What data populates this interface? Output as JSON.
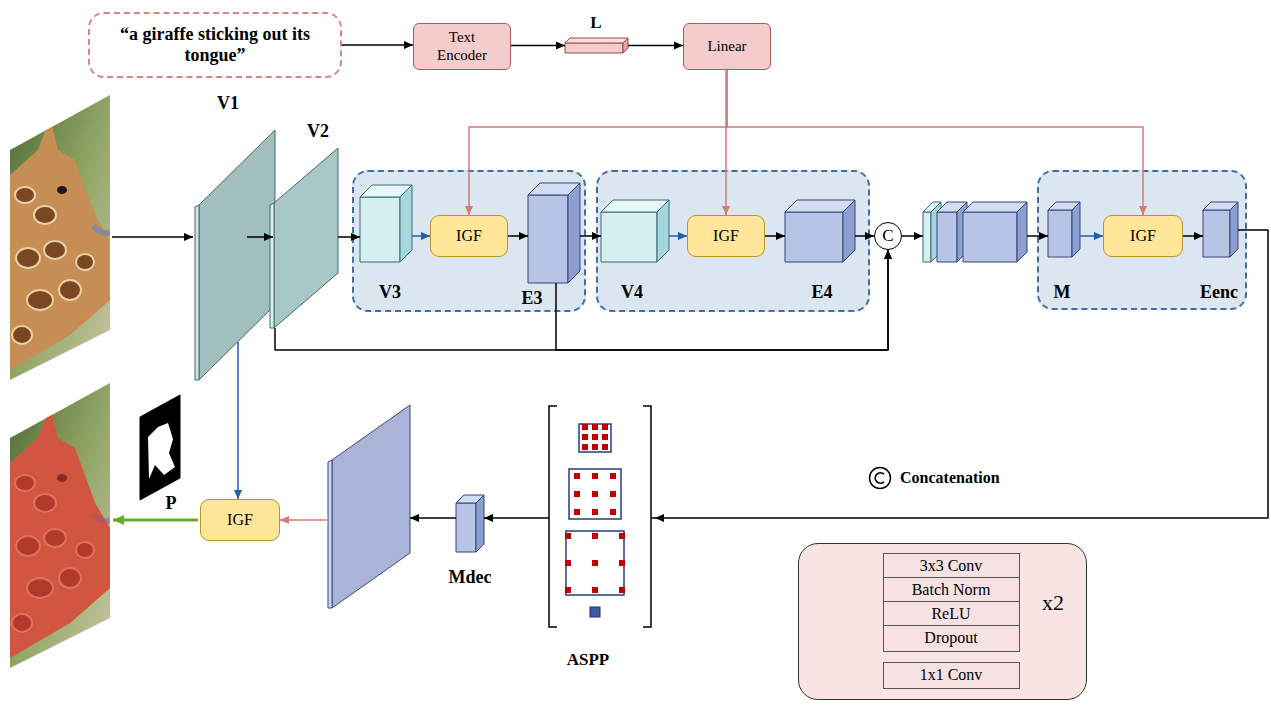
{
  "diagram": {
    "nodes": [
      {
        "text": [
          "“a giraffe sticking out its tongue”"
        ]
      },
      {
        "text": [
          "Text Encoder"
        ]
      },
      {
        "text": [
          "L"
        ]
      },
      {
        "text": [
          "Linear"
        ]
      },
      {
        "text": [
          "V1"
        ]
      },
      {
        "text": [
          "V2"
        ]
      },
      {
        "text": []
      },
      {
        "text": [
          "V3"
        ],
        "in": 6
      },
      {
        "text": [
          "IGF"
        ],
        "in": 6
      },
      {
        "text": [
          "E3"
        ],
        "in": 6
      },
      {
        "text": []
      },
      {
        "text": [
          "V4"
        ],
        "in": 10
      },
      {
        "text": [
          "IGF"
        ],
        "in": 10
      },
      {
        "text": [
          "E4"
        ],
        "in": 10
      },
      {
        "text": [
          "C"
        ]
      },
      {
        "text": []
      },
      {
        "text": []
      },
      {
        "text": [
          "M"
        ],
        "in": 16
      },
      {
        "text": [
          "IGF"
        ],
        "in": 16
      },
      {
        "text": [
          "Eenc"
        ],
        "in": 16
      },
      {
        "text": [
          "ASPP"
        ]
      },
      {
        "text": [
          "Mdec"
        ]
      },
      {
        "text": []
      },
      {
        "text": [
          "IGF"
        ]
      },
      {
        "text": [
          "P"
        ]
      },
      {
        "text": []
      },
      {
        "text": [
          "3x3 Conv"
        ],
        "in": 25
      },
      {
        "text": [
          "Batch Norm"
        ],
        "in": 25
      },
      {
        "text": [
          "ReLU"
        ],
        "in": 25
      },
      {
        "text": [
          "Dropout"
        ],
        "in": 25
      },
      {
        "text": [
          "1x1 Conv"
        ],
        "in": 25
      }
    ],
    "edges": [
      {
        "from": 0,
        "to": 1,
        "arrow": "to"
      },
      {
        "from": 1,
        "to": 2,
        "arrow": "to"
      },
      {
        "from": 2,
        "to": 3,
        "arrow": "to"
      },
      {
        "from": 3,
        "to": 8,
        "arrow": "to"
      },
      {
        "from": 3,
        "to": 12,
        "arrow": "to"
      },
      {
        "from": 3,
        "to": 18,
        "arrow": "to"
      },
      {
        "from": 4,
        "to": 5,
        "arrow": "to"
      },
      {
        "from": 5,
        "to": 7,
        "arrow": "to"
      },
      {
        "from": 7,
        "to": 8,
        "arrow": "to"
      },
      {
        "from": 8,
        "to": 9,
        "arrow": "to"
      },
      {
        "from": 9,
        "to": 11,
        "arrow": "to"
      },
      {
        "from": 11,
        "to": 12,
        "arrow": "to"
      },
      {
        "from": 12,
        "to": 13,
        "arrow": "to"
      },
      {
        "from": 13,
        "to": 14,
        "arrow": "to"
      },
      {
        "from": 5,
        "to": 14,
        "arrow": "to"
      },
      {
        "from": 9,
        "to": 14,
        "arrow": "to"
      },
      {
        "from": 14,
        "to": 15,
        "arrow": "to"
      },
      {
        "from": 15,
        "to": 17,
        "arrow": "to"
      },
      {
        "from": 17,
        "to": 18,
        "arrow": "to"
      },
      {
        "from": 18,
        "to": 19,
        "arrow": "to"
      },
      {
        "from": 19,
        "to": 20,
        "arrow": "to"
      },
      {
        "from": 20,
        "to": 21,
        "arrow": "to"
      },
      {
        "from": 21,
        "to": 22,
        "arrow": "to"
      },
      {
        "from": 22,
        "to": 23,
        "arrow": "to"
      },
      {
        "from": 4,
        "to": 23,
        "arrow": "to"
      }
    ],
    "labels": [
      "x2"
    ],
    "legend": [
      {
        "text": "Concatenation"
      }
    ]
  }
}
